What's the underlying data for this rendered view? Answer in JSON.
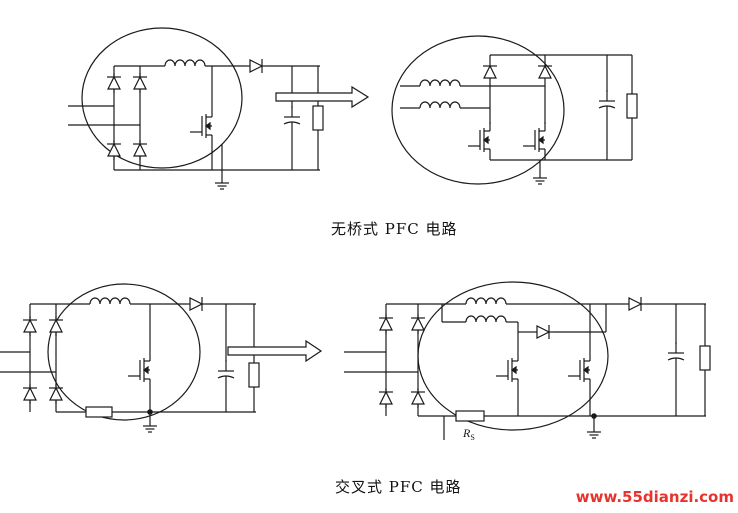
{
  "captions": {
    "bridgeless": "无桥式 PFC 电路",
    "interleaved": "交叉式 PFC 电路"
  },
  "labels": {
    "sense_resistor_main": "R",
    "sense_resistor_sub": "S"
  },
  "watermark": "www.55dianzi.com",
  "colors": {
    "line": "#1a1a1a",
    "watermark": "#e8322d"
  }
}
